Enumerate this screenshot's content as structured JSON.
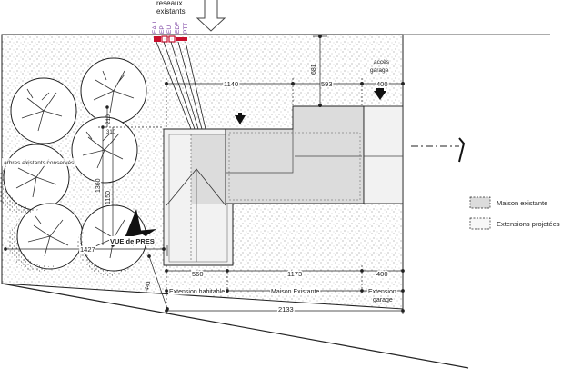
{
  "top_label": {
    "line1": "reseaux",
    "line2": "existants"
  },
  "network_codes": [
    "EAU",
    "EP",
    "EU",
    "EDF",
    "PTT"
  ],
  "access_label": {
    "line1": "accès",
    "line2": "garage"
  },
  "trees_label": "arbres existants conservés",
  "view_label": "VUE de PRES",
  "dimensions": {
    "d1140": "1140",
    "d593": "593",
    "d400_top": "400",
    "d681": "681",
    "d210": "210",
    "d1360": "1360",
    "d1150": "1150",
    "d1427": "1427",
    "d560": "560",
    "d1173": "1173",
    "d400_bottom": "400",
    "d2133": "2133",
    "d441": "441",
    "d310": "310"
  },
  "zones": {
    "extension_habitable": "Extension habitable",
    "maison_existante": "Maison Existante",
    "extension_garage": {
      "line1": "Extension",
      "line2": "garage"
    }
  },
  "legend": {
    "existing": "Maison existante",
    "projected": "Extensions projetées"
  },
  "colors": {
    "existing_fill": "#dcdcdc",
    "projected_fill": "#f2f2f2",
    "network_red": "#c8102e",
    "network_purple": "#7a3fa0",
    "line": "#222222"
  }
}
